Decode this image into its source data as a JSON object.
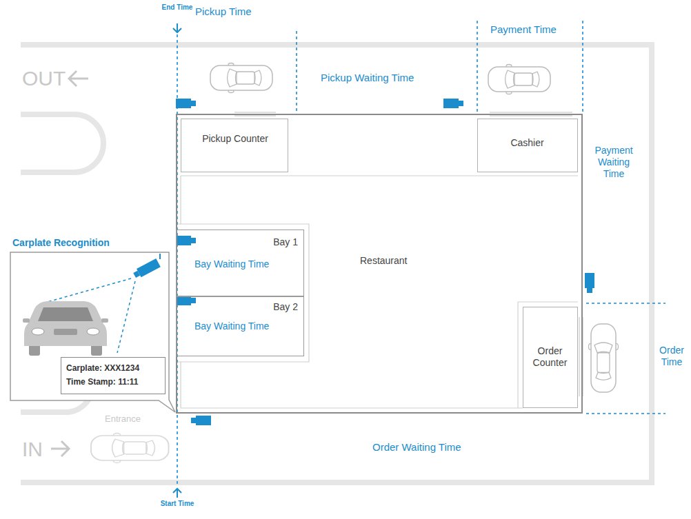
{
  "diagram": {
    "nodes": [
      {
        "text": [
          "Restaurant"
        ]
      },
      {
        "text": [
          "Pickup Counter"
        ],
        "in": 0
      },
      {
        "text": [
          "Cashier"
        ],
        "in": 0
      },
      {
        "text": [
          "Bay 1",
          "Bay Waiting Time"
        ],
        "in": 0
      },
      {
        "text": [
          "Bay 2",
          "Bay Waiting Time"
        ],
        "in": 0
      },
      {
        "text": [
          "Order Counter"
        ],
        "in": 0
      },
      {
        "text": [
          "Carplate: XXX1234",
          "Time Stamp: 11:11"
        ]
      }
    ],
    "labels": [
      "End Time",
      "Pickup Time",
      "Pickup Waiting Time",
      "Payment Time",
      "OUT",
      "Payment Waiting Time",
      "Carplate Recognition",
      "Order Time",
      "Entrance",
      "IN",
      "Order Waiting Time",
      "Start Time"
    ]
  }
}
